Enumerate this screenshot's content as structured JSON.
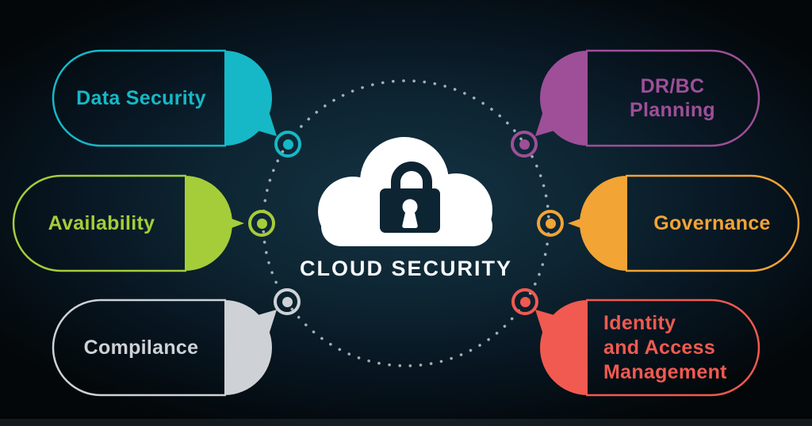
{
  "title": "CLOUD SECURITY",
  "center": {
    "icon": "cloud-lock-icon",
    "label": "CLOUD SECURITY"
  },
  "colors": {
    "background": "#0e2633",
    "dotted_ring": "#c8d2d8",
    "cloud": "#ffffff",
    "lock": "#0d2433"
  },
  "bubbles": {
    "data_security": {
      "label": "Data Security",
      "color": "#16b8c7"
    },
    "availability": {
      "label": "Availability",
      "color": "#a5cd39"
    },
    "compliance": {
      "label": "Compilance",
      "color": "#ced2d6"
    },
    "drbc_planning": {
      "label": "DR/BC Planning",
      "color": "#9e4f98"
    },
    "governance": {
      "label": "Governance",
      "color": "#f2a435"
    },
    "iam": {
      "label": "Identity and Access Management",
      "lines": [
        "Identity",
        "and Access",
        "Management"
      ],
      "color": "#f15a50"
    }
  }
}
